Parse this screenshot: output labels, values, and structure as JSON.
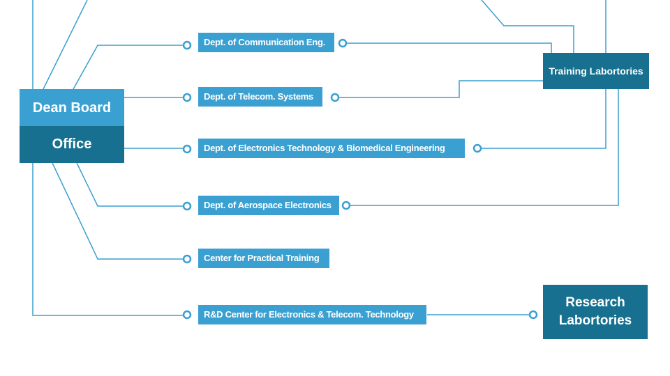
{
  "dean": {
    "title": "Dean Board",
    "office": "Office"
  },
  "departments": [
    "Dept. of Communication Eng.",
    "Dept. of Telecom. Systems",
    "Dept. of Electronics  Technology & Biomedical Engineering",
    "Dept. of Aerospace Electronics",
    "Center for Practical Training",
    "R&D Center for Electronics & Telecom. Technology"
  ],
  "training": "Training Labortories",
  "research": {
    "line1": "Research",
    "line2": "Labortories"
  },
  "colors": {
    "light_box": "#3aa0d2",
    "dark_box": "#17708f",
    "line": "#3a9fd0"
  }
}
